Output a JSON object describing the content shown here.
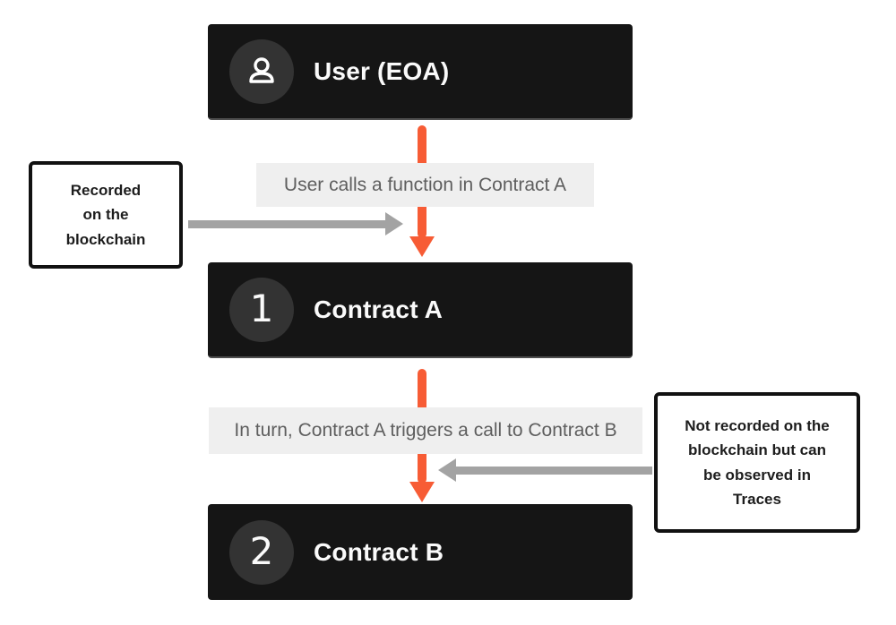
{
  "colors": {
    "node_bg": "#151515",
    "badge_bg": "#333333",
    "accent_orange": "#f75c35",
    "arrow_gray": "#a3a3a3",
    "edge_label_bg": "#efefef",
    "edge_label_text": "#5e5e5e",
    "note_border": "#111111"
  },
  "nodes": [
    {
      "id": "user",
      "badge": "user-icon",
      "title": "User (EOA)"
    },
    {
      "id": "contract-a",
      "badge": "1",
      "title": "Contract A"
    },
    {
      "id": "contract-b",
      "badge": "2",
      "title": "Contract B"
    }
  ],
  "edge_labels": [
    {
      "text": "User calls a function in Contract A"
    },
    {
      "text": "In turn, Contract A triggers a call to Contract B"
    }
  ],
  "notes": [
    {
      "side": "left",
      "lines": [
        "Recorded",
        "on the",
        "blockchain"
      ]
    },
    {
      "side": "right",
      "lines": [
        "Not recorded on the",
        "blockchain but can",
        "be observed in",
        "Traces"
      ]
    }
  ]
}
